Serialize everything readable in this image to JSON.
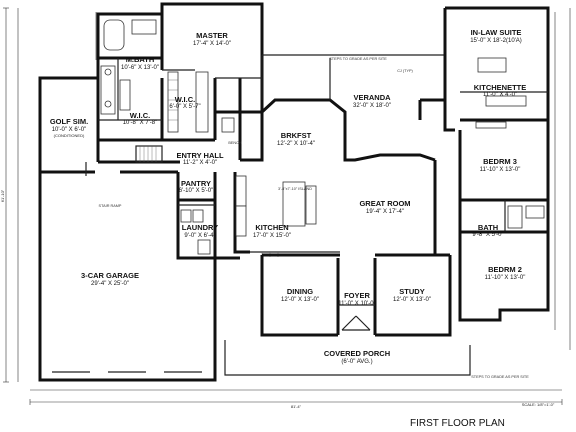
{
  "title": "FIRST FLOOR PLAN",
  "scale": "SCALE: 1/8\"=1'-0\"",
  "overall_width": "81'-4\"",
  "overall_depth": "61'-10\"",
  "rooms": [
    {
      "id": "master",
      "name": "MASTER",
      "dim": "17'-4\" X 14'-0\""
    },
    {
      "id": "mbath",
      "name": "M.BATH",
      "dim": "10'-6\" X 13'-0\""
    },
    {
      "id": "wic1",
      "name": "W.I.C.",
      "dim": "6'-0\" X 5'-7\""
    },
    {
      "id": "wic2",
      "name": "W.I.C.",
      "dim": "10'-8\" X 7'-8\""
    },
    {
      "id": "golf",
      "name": "GOLF SIM.",
      "dim": "10'-0\" X 6'-0\"",
      "note": "(CONDITIONED)"
    },
    {
      "id": "entry",
      "name": "ENTRY HALL",
      "dim": "11'-2\" X 4'-0\""
    },
    {
      "id": "garage",
      "name": "3-CAR GARAGE",
      "dim": "29'-4\" X 25'-0\""
    },
    {
      "id": "pantry",
      "name": "PANTRY",
      "dim": "6'-10\" X 5'-0\""
    },
    {
      "id": "laundry",
      "name": "LAUNDRY",
      "dim": "9'-0\" X 6'-4\""
    },
    {
      "id": "kitchen",
      "name": "KITCHEN",
      "dim": "17'-0\" X 15'-0\""
    },
    {
      "id": "brkfst",
      "name": "BRKFST",
      "dim": "12'-2\" X 10'-4\""
    },
    {
      "id": "veranda",
      "name": "VERANDA",
      "dim": "32'-0\" X 18'-0\""
    },
    {
      "id": "great",
      "name": "GREAT ROOM",
      "dim": "19'-4\" X 17'-4\""
    },
    {
      "id": "inlaw",
      "name": "IN-LAW SUITE",
      "dim": "15'-0\" X 18'-2(10'A)"
    },
    {
      "id": "kitchenette",
      "name": "KITCHENETTE",
      "dim": "11'-0\" X 4'-0\""
    },
    {
      "id": "bed3",
      "name": "BEDRM 3",
      "dim": "11'-10\" X 13'-0\""
    },
    {
      "id": "bath",
      "name": "BATH",
      "dim": "9'-8\" X 5'-0\""
    },
    {
      "id": "bed2",
      "name": "BEDRM 2",
      "dim": "11'-10\" X 13'-0\""
    },
    {
      "id": "dining",
      "name": "DINING",
      "dim": "12'-0\" X 13'-0\""
    },
    {
      "id": "foyer",
      "name": "FOYER",
      "dim": "11'-0\" X 10'-0\""
    },
    {
      "id": "study",
      "name": "STUDY",
      "dim": "12'-0\" X 13'-0\""
    },
    {
      "id": "porch",
      "name": "COVERED PORCH",
      "dim": "(6'-0\" AVG.)"
    }
  ],
  "notes": {
    "island": "3'-8\"x7'-10\" ISLAND",
    "steps_top": "STEPS TO GRADE AS PER SITE",
    "steps_bottom": "STEPS TO GRADE AS PER SITE",
    "cj": "CJ (TYP)",
    "laundry_bench": "BENCH",
    "stair": "STAIR RAMP"
  }
}
